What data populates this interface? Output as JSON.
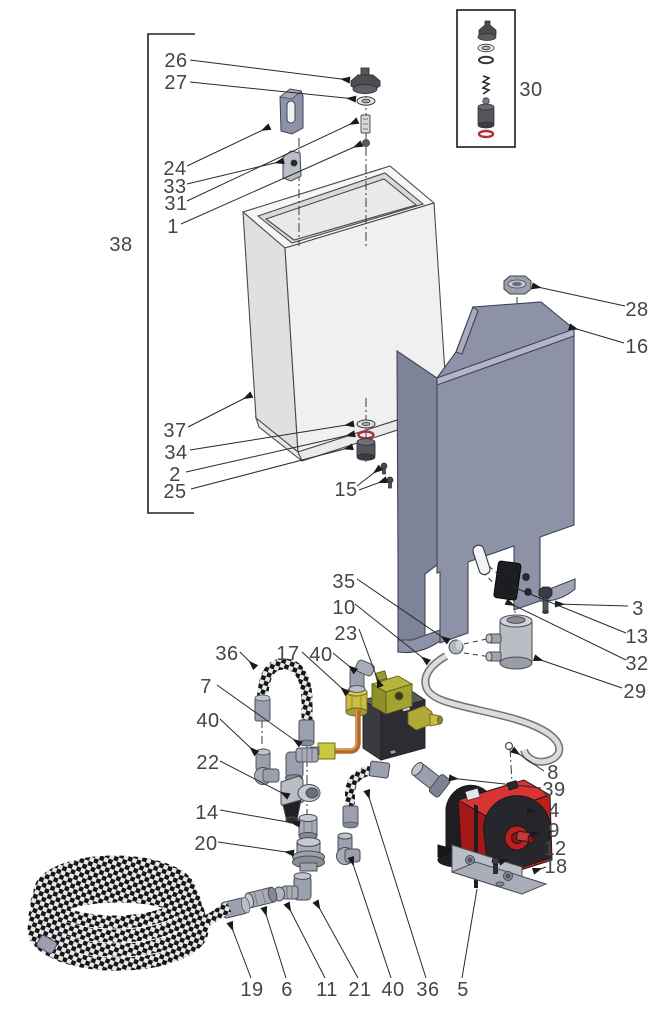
{
  "diagram": {
    "title": "exploded-parts-diagram",
    "group_bracket": {
      "label": "38"
    },
    "inset_box": {
      "label": "30"
    },
    "callouts": [
      {
        "id": "c26",
        "label": "26"
      },
      {
        "id": "c27",
        "label": "27"
      },
      {
        "id": "c24",
        "label": "24"
      },
      {
        "id": "c33",
        "label": "33"
      },
      {
        "id": "c31",
        "label": "31"
      },
      {
        "id": "c1",
        "label": "1"
      },
      {
        "id": "c38",
        "label": "38"
      },
      {
        "id": "c30",
        "label": "30"
      },
      {
        "id": "c28",
        "label": "28"
      },
      {
        "id": "c16",
        "label": "16"
      },
      {
        "id": "c37",
        "label": "37"
      },
      {
        "id": "c34",
        "label": "34"
      },
      {
        "id": "c2",
        "label": "2"
      },
      {
        "id": "c25",
        "label": "25"
      },
      {
        "id": "c15",
        "label": "15"
      },
      {
        "id": "c35",
        "label": "35"
      },
      {
        "id": "c10",
        "label": "10"
      },
      {
        "id": "c23",
        "label": "23"
      },
      {
        "id": "c36a",
        "label": "36"
      },
      {
        "id": "c17",
        "label": "17"
      },
      {
        "id": "c40a",
        "label": "40"
      },
      {
        "id": "c7",
        "label": "7"
      },
      {
        "id": "c40b",
        "label": "40"
      },
      {
        "id": "c22",
        "label": "22"
      },
      {
        "id": "c14",
        "label": "14"
      },
      {
        "id": "c20",
        "label": "20"
      },
      {
        "id": "c3",
        "label": "3"
      },
      {
        "id": "c13",
        "label": "13"
      },
      {
        "id": "c32",
        "label": "32"
      },
      {
        "id": "c29",
        "label": "29"
      },
      {
        "id": "c8",
        "label": "8"
      },
      {
        "id": "c39",
        "label": "39"
      },
      {
        "id": "c4",
        "label": "4"
      },
      {
        "id": "c9",
        "label": "9"
      },
      {
        "id": "c12",
        "label": "12"
      },
      {
        "id": "c18",
        "label": "18"
      },
      {
        "id": "c19",
        "label": "19"
      },
      {
        "id": "c6",
        "label": "6"
      },
      {
        "id": "c11",
        "label": "11"
      },
      {
        "id": "c21",
        "label": "21"
      },
      {
        "id": "c40c",
        "label": "40"
      },
      {
        "id": "c36b",
        "label": "36"
      },
      {
        "id": "c5",
        "label": "5"
      }
    ],
    "colors": {
      "panel_gray_blue": "#8d92a6",
      "tank_white": "#f0f0f1",
      "pump_red": "#c01d1d",
      "valve_yellow": "#a8a832",
      "brass": "#c9bd42",
      "copper": "#b2692a",
      "fitting_gray": "#9aa0ae",
      "oring_red": "#b03030",
      "line_black": "#2a2a2a",
      "label_text": "#40464c"
    }
  }
}
